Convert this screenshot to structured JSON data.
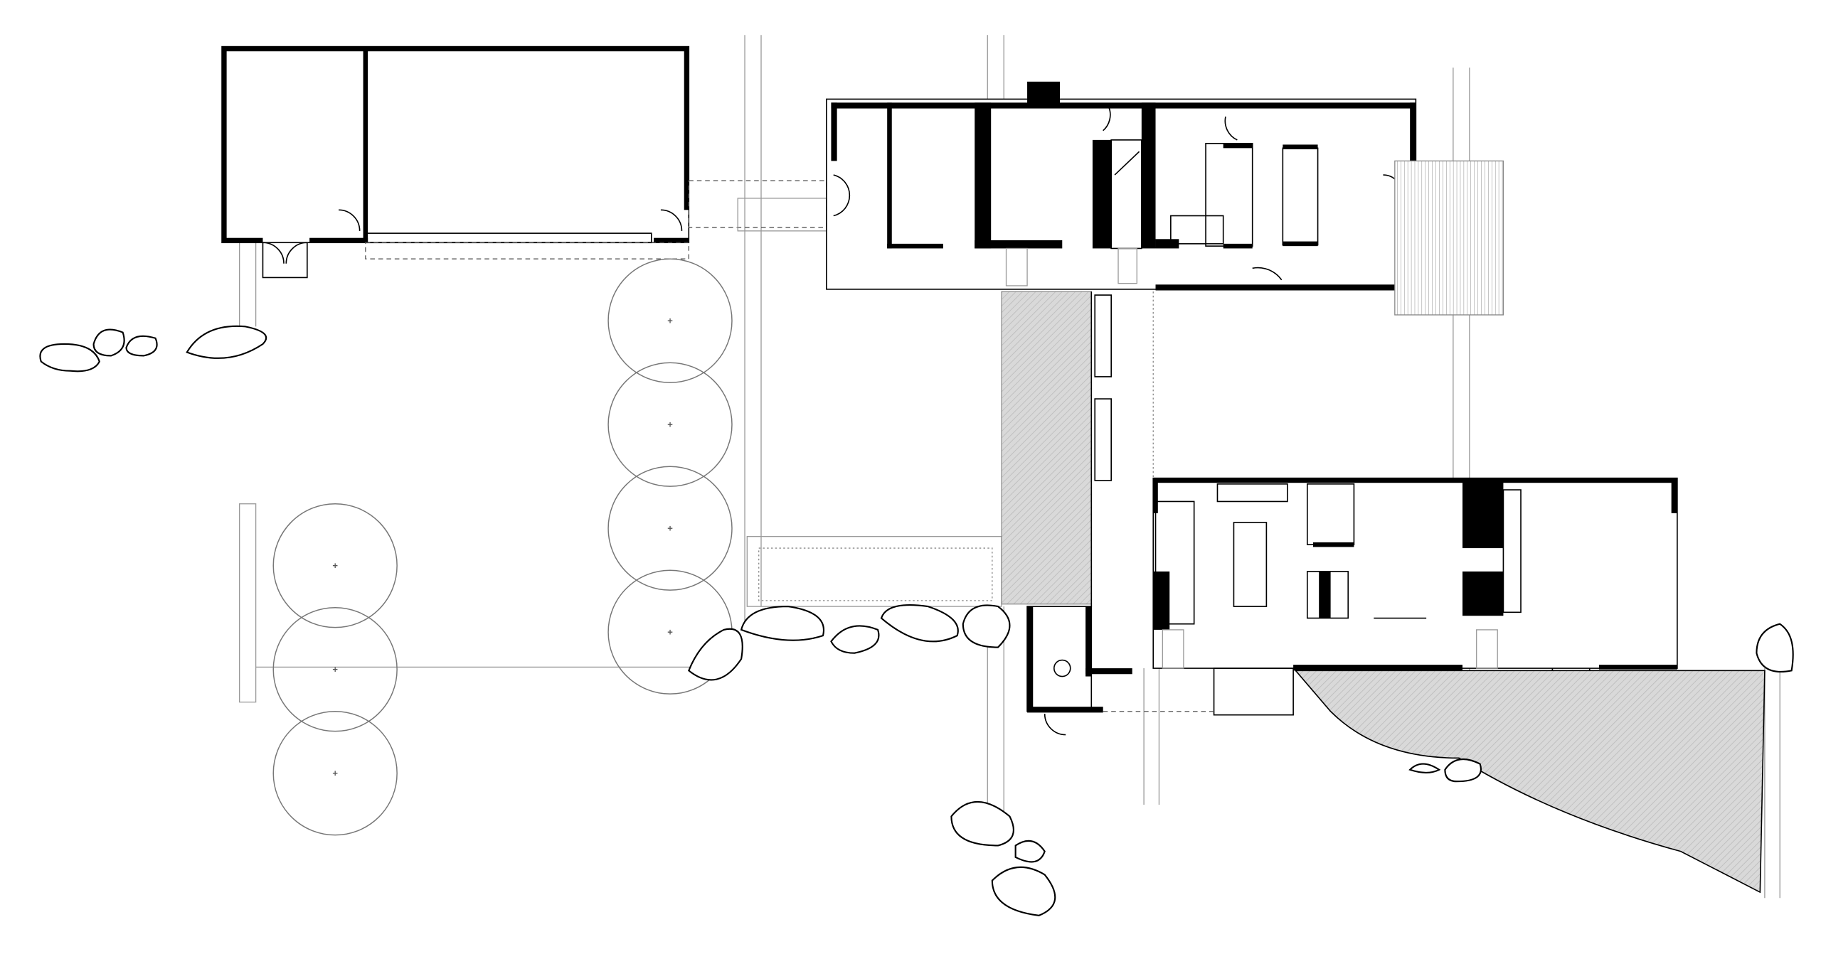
{
  "plan": {
    "colors": {
      "wall": "#000000",
      "paving_hatch": "#d9d9d9",
      "site_line": "#999999",
      "background": "#ffffff"
    },
    "trees": [
      {
        "group": "east-row",
        "count": 4
      },
      {
        "group": "west-row",
        "count": 3
      }
    ]
  }
}
